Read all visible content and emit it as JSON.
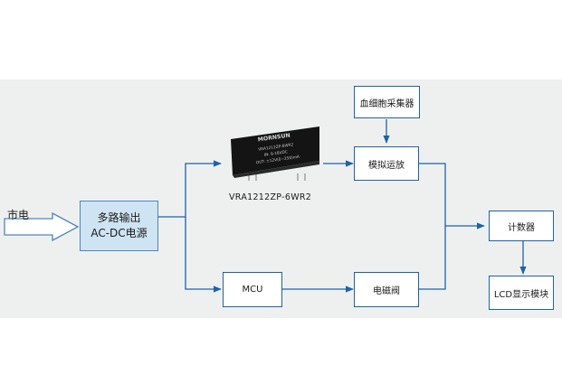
{
  "input_label": "市电",
  "power_supply": {
    "line1": "多路输出",
    "line2": "AC-DC电源"
  },
  "module": {
    "name": "VRA1212ZP-6WR2",
    "brand": "MORNSUN",
    "markings": [
      "VRA1212ZP-6WR2",
      "IN: 9-18VDC",
      "OUT: ±12V(0~250)mA"
    ]
  },
  "nodes": {
    "blood_sampling": "血细胞采集器",
    "analog_amp": "模拟运放",
    "mcu": "MCU",
    "solenoid_valve": "电磁阀",
    "counter": "计数器",
    "lcd": "LCD显示模块"
  },
  "colors": {
    "line": "#1f62a6",
    "box_border": "#1f62a6",
    "psu_fill": "#cfe4f2",
    "band": "#eef0f0"
  }
}
